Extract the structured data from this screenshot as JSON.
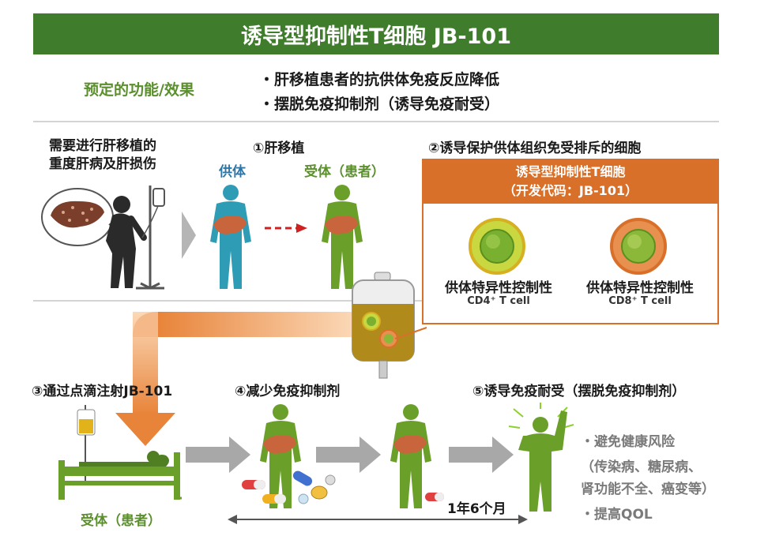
{
  "title": "诱导型抑制性T细胞 JB-101",
  "function": {
    "label": "预定的功能/效果",
    "items": [
      "・肝移植患者的抗供体免疫反应降低",
      "・摆脱免疫抑制剂（诱导免疫耐受）"
    ]
  },
  "patient_need": {
    "line1": "需要进行肝移植的",
    "line2": "重度肝病及肝损伤"
  },
  "step1": {
    "label": "①肝移植",
    "donor": "供体",
    "recipient": "受体（患者）"
  },
  "step2": {
    "label": "②诱导保护供体组织免受排斥的细胞",
    "box_title1": "诱导型抑制性T细胞",
    "box_title2": "（开发代码：JB-101）",
    "cell1_name": "供体特异性控制性",
    "cell1_sub": "CD4⁺ T cell",
    "cell2_name": "供体特异性控制性",
    "cell2_sub": "CD8⁺ T cell"
  },
  "step3": {
    "label": "③通过点滴注射JB-101",
    "patient": "受体（患者）"
  },
  "step4": {
    "label": "④减少免疫抑制剂",
    "duration": "1年6个月"
  },
  "step5": {
    "label": "⑤诱导免疫耐受（摆脱免疫抑制剂）",
    "benefit1": "・避免健康风险",
    "benefit2": "（传染病、糖尿病、",
    "benefit3": "肾功能不全、癌变等）",
    "benefit4": "・提高QOL"
  },
  "colors": {
    "title_bg": "#3f7d2c",
    "accent_green": "#5b8f2e",
    "orange": "#d9702a",
    "donor_blue": "#2f9cb5",
    "figure_green": "#6a9f2a",
    "liver": "#c9653c",
    "arrow_grey": "#a8a8a8"
  }
}
